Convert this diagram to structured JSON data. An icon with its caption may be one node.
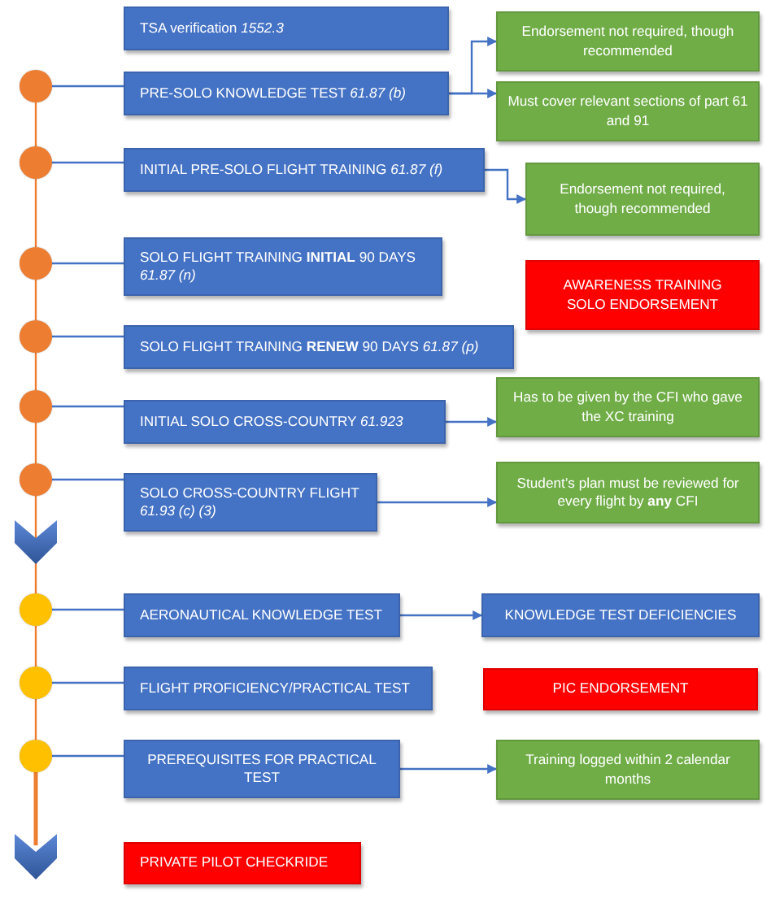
{
  "diagram": {
    "nodes": [
      {
        "text": [
          "TSA verification *1552.3*"
        ]
      },
      {
        "text": [],
        "shape": "circle"
      },
      {
        "text": [
          "PRE-SOLO KNOWLEDGE TEST *61.87 (b)*"
        ]
      },
      {
        "text": [
          "Endorsement not required, though recommended"
        ]
      },
      {
        "text": [
          "Must cover relevant sections of part 61 and 91"
        ]
      },
      {
        "text": [],
        "shape": "circle"
      },
      {
        "text": [
          "INITIAL PRE-SOLO FLIGHT TRAINING  *61.87 (f)*"
        ]
      },
      {
        "text": [
          "Endorsement not required, though recommended"
        ]
      },
      {
        "text": [],
        "shape": "circle"
      },
      {
        "text": [
          "SOLO FLIGHT TRAINING **INITIAL** 90 DAYS *61.87 (n)*"
        ]
      },
      {
        "text": [
          "AWARENESS TRAINING",
          "SOLO ENDORSEMENT"
        ]
      },
      {
        "text": [],
        "shape": "circle"
      },
      {
        "text": [
          "SOLO FLIGHT TRAINING **RENEW** 90 DAYS *61.87 (p)*"
        ]
      },
      {
        "text": [],
        "shape": "circle"
      },
      {
        "text": [
          "INITIAL SOLO CROSS-COUNTRY *61.923*"
        ]
      },
      {
        "text": [
          "Has to be given by the CFI who gave the XC training"
        ]
      },
      {
        "text": [],
        "shape": "circle"
      },
      {
        "text": [
          "SOLO CROSS-COUNTRY FLIGHT *61.93 (c) (3)*"
        ]
      },
      {
        "text": [
          "Student’s plan must be reviewed for every flight by **any** CFI"
        ]
      },
      {
        "text": [],
        "shape": "circle"
      },
      {
        "text": [
          "AERONAUTICAL KNOWLEDGE TEST"
        ]
      },
      {
        "text": [
          "KNOWLEDGE TEST DEFICIENCIES"
        ]
      },
      {
        "text": [],
        "shape": "circle"
      },
      {
        "text": [
          "FLIGHT PROFICIENCY/PRACTICAL TEST"
        ]
      },
      {
        "text": [
          "PIC ENDORSEMENT"
        ]
      },
      {
        "text": [],
        "shape": "circle"
      },
      {
        "text": [
          "PREREQUISITES FOR PRACTICAL TEST"
        ]
      },
      {
        "text": [
          "Training logged within 2 calendar months"
        ]
      },
      {
        "text": [
          "PRIVATE PILOT CHECKRIDE"
        ]
      }
    ],
    "edges": [
      {
        "from": 1,
        "to": 2,
        "arrow": "none"
      },
      {
        "from": 2,
        "to": 3,
        "arrow": "to"
      },
      {
        "from": 2,
        "to": 4,
        "arrow": "to"
      },
      {
        "from": 5,
        "to": 6,
        "arrow": "none"
      },
      {
        "from": 6,
        "to": 7,
        "arrow": "to"
      },
      {
        "from": 8,
        "to": 9,
        "arrow": "none"
      },
      {
        "from": 11,
        "to": 12,
        "arrow": "none"
      },
      {
        "from": 13,
        "to": 14,
        "arrow": "none"
      },
      {
        "from": 14,
        "to": 15,
        "arrow": "to"
      },
      {
        "from": 16,
        "to": 17,
        "arrow": "none"
      },
      {
        "from": 17,
        "to": 18,
        "arrow": "to"
      },
      {
        "from": 19,
        "to": 20,
        "arrow": "none"
      },
      {
        "from": 20,
        "to": 21,
        "arrow": "to"
      },
      {
        "from": 22,
        "to": 23,
        "arrow": "none"
      },
      {
        "from": 25,
        "to": 26,
        "arrow": "none"
      },
      {
        "from": 26,
        "to": 27,
        "arrow": "to"
      },
      {
        "from": 1,
        "to": 5,
        "arrow": "none",
        "color": "#ed7d31"
      },
      {
        "from": 5,
        "to": 8,
        "arrow": "none",
        "color": "#ed7d31"
      },
      {
        "from": 8,
        "to": 11,
        "arrow": "none",
        "color": "#ed7d31"
      },
      {
        "from": 11,
        "to": 13,
        "arrow": "none",
        "color": "#ed7d31"
      },
      {
        "from": 13,
        "to": 16,
        "arrow": "none",
        "color": "#ed7d31"
      },
      {
        "from": 16,
        "to": 19,
        "arrow": "none",
        "color": "#ed7d31"
      },
      {
        "from": 19,
        "to": 22,
        "arrow": "none",
        "color": "#ed7d31"
      },
      {
        "from": 22,
        "to": 25,
        "arrow": "none",
        "color": "#ed7d31"
      }
    ]
  }
}
